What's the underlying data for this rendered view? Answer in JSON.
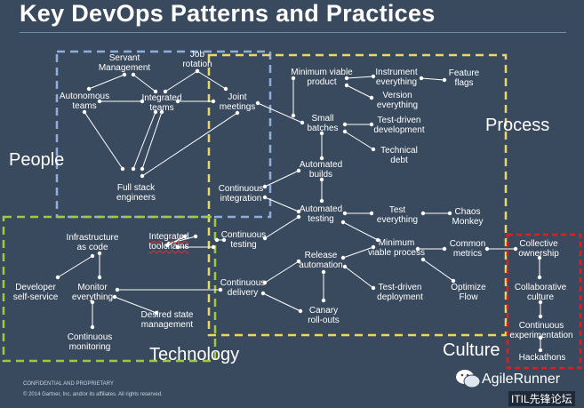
{
  "title": "Key DevOps Patterns and Practices",
  "groups": {
    "people": "People",
    "process": "Process",
    "technology": "Technology",
    "culture": "Culture"
  },
  "colors": {
    "people": "#8eaee0",
    "process": "#e8d86a",
    "technology": "#9ecb3c",
    "culture": "#e01e1e",
    "line": "#ffffff",
    "background": "#3a4a5e"
  },
  "nodes": {
    "servant_management": "Servant\nManagement",
    "job_rotation": "Job\nrotation",
    "autonomous_teams": "Autonomous\nteams",
    "integrated_teams": "Integrated\nteams",
    "joint_meetings": "Joint\nmeetings",
    "full_stack_engineers": "Full stack\nengineers",
    "minimum_viable_product": "Minimum viable\nproduct",
    "instrument_everything": "Instrument\neverything",
    "feature_flags": "Feature\nflags",
    "version_everything": "Version\neverything",
    "small_batches": "Small\nbatches",
    "test_driven_development": "Test-driven\ndevelopment",
    "technical_debt": "Technical\ndebt",
    "automated_builds": "Automated\nbuilds",
    "continuous_integration": "Continuous\nintegration",
    "automated_testing": "Automated\ntesting",
    "test_everything": "Test\neverything",
    "chaos_monkey": "Chaos\nMonkey",
    "infrastructure_as_code": "Infrastructure\nas code",
    "integrated_toolchains": "Integrated\ntoolchains",
    "continuous_testing": "Continuous\ntesting",
    "minimum_viable_process": "Minimum\nviable process",
    "common_metrics": "Common\nmetrics",
    "collective_ownership": "Collective\nownership",
    "release_automation": "Release\nautomation",
    "developer_self_service": "Developer\nself-service",
    "monitor_everything": "Monitor\neverything",
    "continuous_delivery": "Continuous\ndelivery",
    "test_driven_deployment": "Test-driven\ndeployment",
    "optimize_flow": "Optimize\nFlow",
    "collaborative_culture": "Collaborative\nculture",
    "desired_state_management": "Desired state\nmanagement",
    "canary_rollouts": "Canary\nroll-outs",
    "continuous_experimentation": "Continuous\nexperimentation",
    "continuous_monitoring": "Continuous\nmonitoring",
    "hackathons": "Hackathons"
  },
  "footer": {
    "confidential": "CONFIDENTIAL AND PROPRIETARY",
    "copyright": "© 2014 Gartner, Inc. and/or its affiliates. All rights reserved."
  },
  "logo": {
    "brand": "AgileRunner",
    "forum": "ITIL先锋论坛",
    "icon": "wechat-icon"
  }
}
